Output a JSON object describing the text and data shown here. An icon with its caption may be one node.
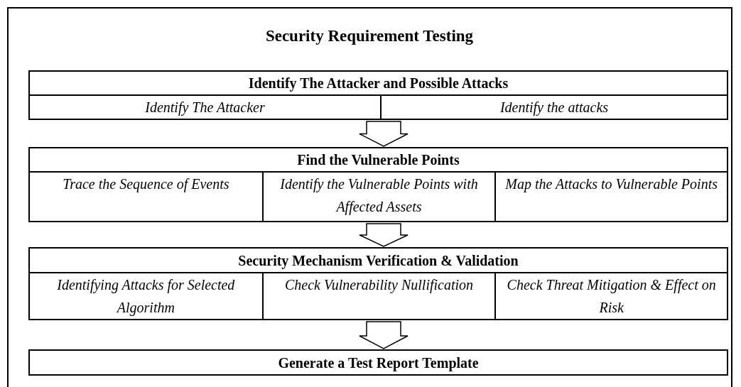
{
  "diagram": {
    "title": "Security Requirement Testing",
    "nodes": [
      {
        "text": [
          "Identify The Attacker and Possible Attacks"
        ]
      },
      {
        "text": [
          "Identify The Attacker"
        ],
        "in": 0
      },
      {
        "text": [
          "Identify the attacks"
        ],
        "in": 0
      },
      {
        "text": [
          "Find the Vulnerable Points"
        ]
      },
      {
        "text": [
          "Trace the Sequence of Events"
        ],
        "in": 3
      },
      {
        "text": [
          "Identify the Vulnerable Points with Affected Assets"
        ],
        "in": 3
      },
      {
        "text": [
          "Map the Attacks to Vulnerable Points"
        ],
        "in": 3
      },
      {
        "text": [
          "Security Mechanism Verification & Validation"
        ]
      },
      {
        "text": [
          "Identifying Attacks for Selected Algorithm"
        ],
        "in": 7
      },
      {
        "text": [
          "Check Vulnerability Nullification"
        ],
        "in": 7
      },
      {
        "text": [
          "Check Threat Mitigation & Effect on Risk"
        ],
        "in": 7
      },
      {
        "text": [
          "Generate a Test Report Template"
        ]
      }
    ],
    "edges": [
      {
        "from": 0,
        "to": 3,
        "arrow": "to"
      },
      {
        "from": 3,
        "to": 7,
        "arrow": "to"
      },
      {
        "from": 7,
        "to": 11,
        "arrow": "to"
      }
    ]
  }
}
